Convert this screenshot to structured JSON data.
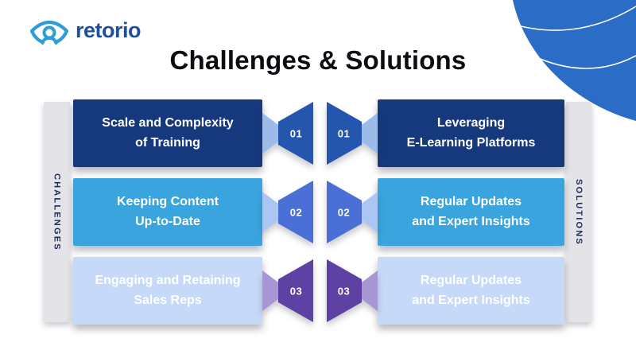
{
  "brand": {
    "name": "retorio"
  },
  "title": "Challenges & Solutions",
  "rails": {
    "left": "CHALLENGES",
    "right": "SOLUTIONS"
  },
  "rows": [
    {
      "number": "01",
      "challenge": {
        "line1": "Scale and Complexity",
        "line2": "of Training"
      },
      "solution": {
        "line1": "Leveraging",
        "line2": "E-Learning Platforms"
      },
      "colors": {
        "box": "#16397d",
        "arrow": "#2456ae",
        "accent": "#9dbbe9"
      }
    },
    {
      "number": "02",
      "challenge": {
        "line1": "Keeping Content",
        "line2": "Up-to-Date"
      },
      "solution": {
        "line1": "Regular Updates",
        "line2": "and Expert Insights"
      },
      "colors": {
        "box": "#3aa4de",
        "arrow": "#4a70d6",
        "accent": "#abc6f2"
      }
    },
    {
      "number": "03",
      "challenge": {
        "line1": "Engaging and Retaining",
        "line2": "Sales Reps"
      },
      "solution": {
        "line1": "Regular Updates",
        "line2": "and Expert Insights"
      },
      "colors": {
        "box": "#c6d9f8",
        "arrow": "#5f41a3",
        "accent": "#a795d4"
      }
    }
  ],
  "decor": {
    "corner_color": "#2b6cc6",
    "logo_icon_color": "#2f9cd8",
    "logo_text_color": "#1d4f9c",
    "rail_bg": "#e4e4e8",
    "rail_text_color": "#1e2a5a",
    "title_color": "#0c0c12"
  }
}
